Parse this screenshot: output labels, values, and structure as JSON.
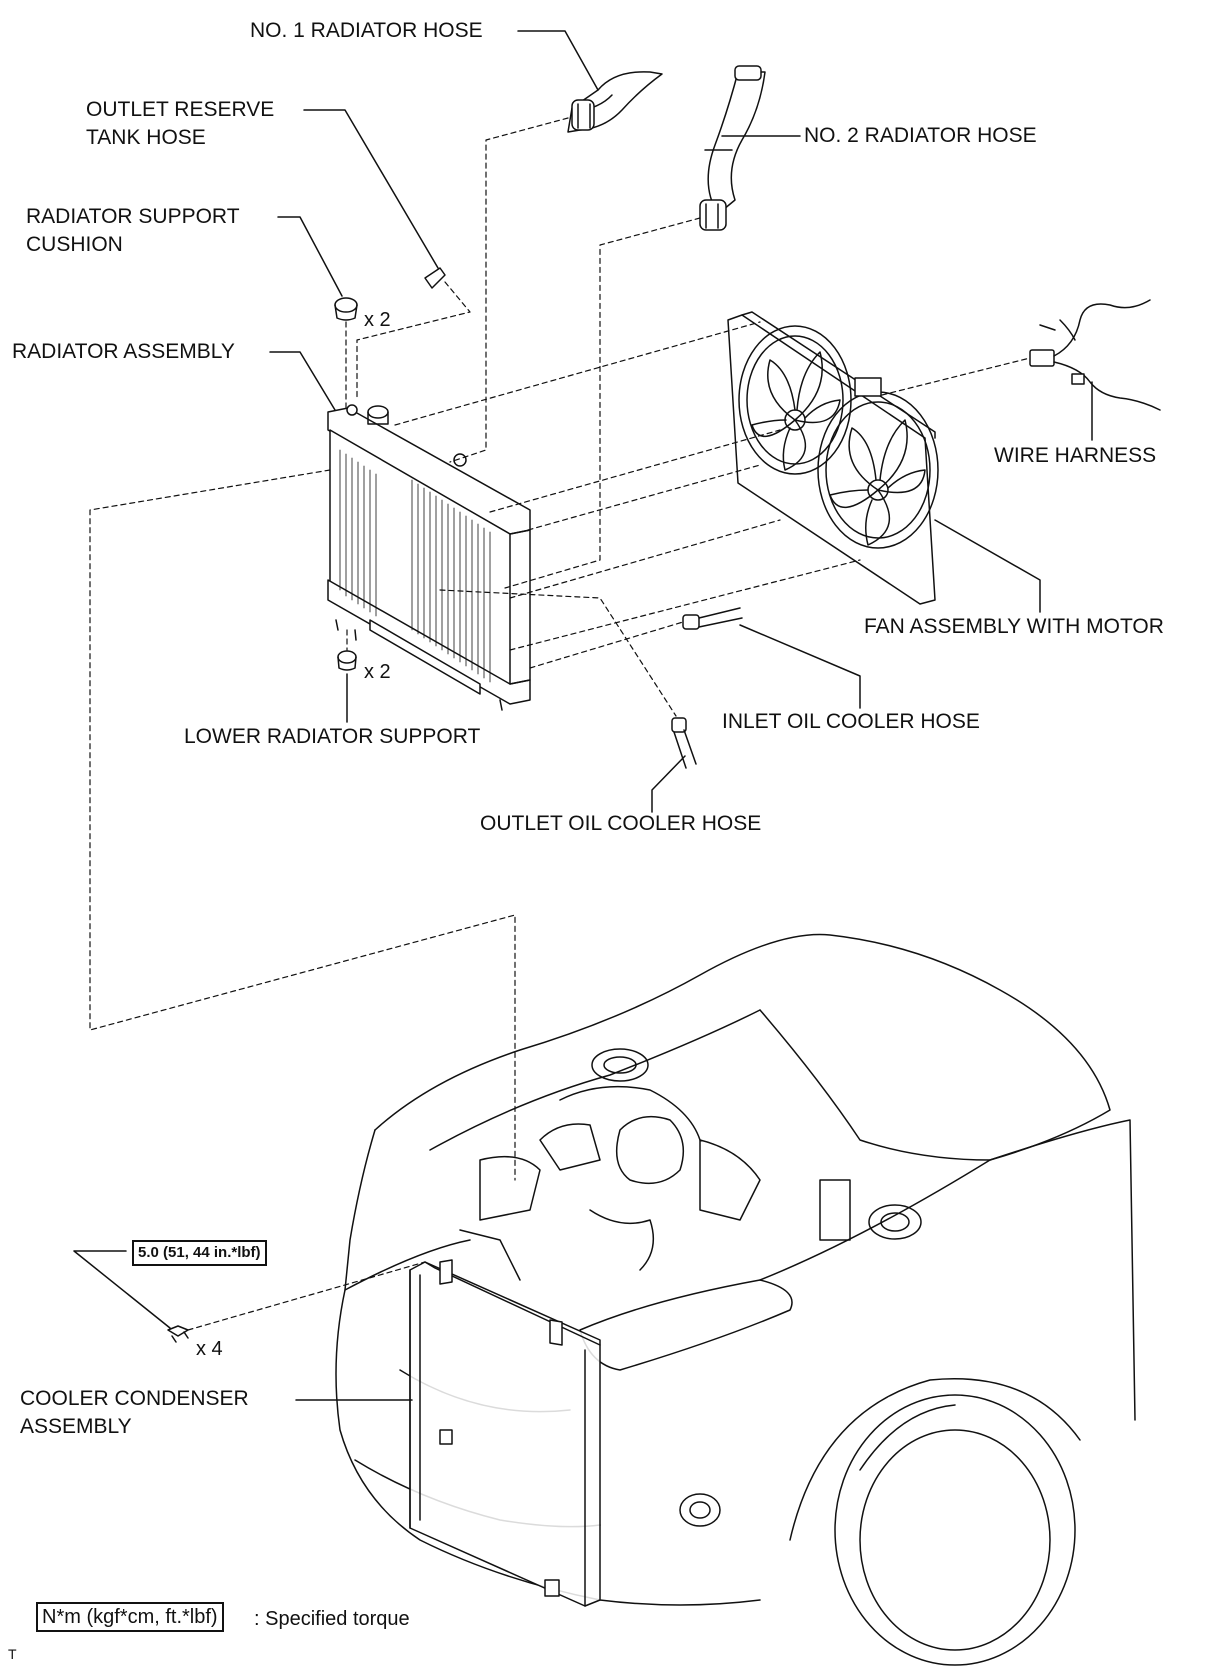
{
  "labels": {
    "no1_radiator_hose": "NO. 1 RADIATOR HOSE",
    "no2_radiator_hose": "NO. 2 RADIATOR HOSE",
    "outlet_reserve_tank_hose": "OUTLET RESERVE\nTANK HOSE",
    "radiator_support_cushion": "RADIATOR SUPPORT\nCUSHION",
    "radiator_assembly": "RADIATOR ASSEMBLY",
    "wire_harness": "WIRE HARNESS",
    "fan_assembly_with_motor": "FAN ASSEMBLY WITH MOTOR",
    "lower_radiator_support": "LOWER RADIATOR SUPPORT",
    "inlet_oil_cooler_hose": "INLET OIL COOLER HOSE",
    "outlet_oil_cooler_hose": "OUTLET OIL COOLER HOSE",
    "cooler_condenser_assembly": "COOLER CONDENSER\nASSEMBLY",
    "corner_mark": "T"
  },
  "quantities": {
    "cushion_qty": "x 2",
    "lower_support_qty": "x 2",
    "bolt_qty": "x 4"
  },
  "torque": {
    "condenser_bolt": "5.0 (51, 44 in.*lbf)"
  },
  "legend": {
    "box": "N*m (kgf*cm, ft.*lbf)",
    "text": ": Specified torque"
  },
  "icons": [
    "radiator-hose-1",
    "radiator-hose-2",
    "reserve-tank-hose",
    "support-cushion",
    "radiator",
    "fan-shroud",
    "fan-blade",
    "wire-harness-connector",
    "lower-support",
    "oil-cooler-hose",
    "bolt",
    "condenser",
    "vehicle-front"
  ]
}
